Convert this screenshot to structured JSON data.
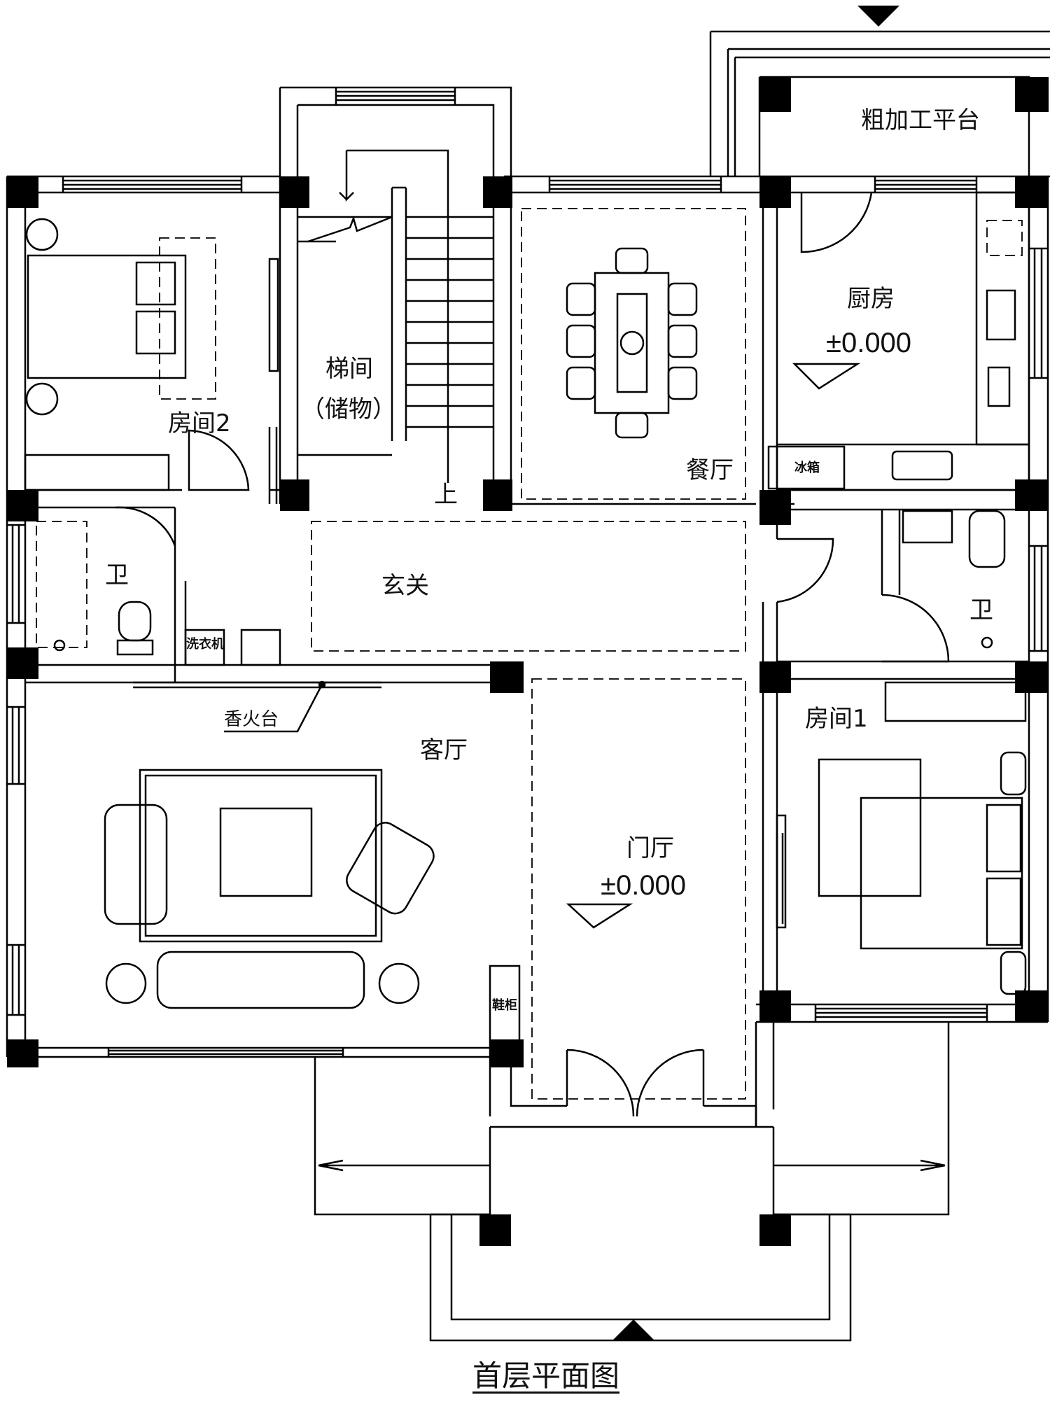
{
  "drawing": {
    "title": "首层平面图"
  },
  "rooms": {
    "bedroom2": "房间2",
    "stair": "梯间",
    "stair_note": "（储物）",
    "stair_up": "上",
    "dining": "餐厅",
    "kitchen": "厨房",
    "kitchen_level": "±0.000",
    "prep_platform": "粗加工平台",
    "fridge": "冰箱",
    "bath_left": "卫",
    "bath_right": "卫",
    "washer": "洗衣机",
    "foyer": "玄关",
    "living": "客厅",
    "altar": "香火台",
    "hall": "门厅",
    "hall_level": "±0.000",
    "shoe_cabinet": "鞋柜",
    "bedroom1": "房间1"
  }
}
